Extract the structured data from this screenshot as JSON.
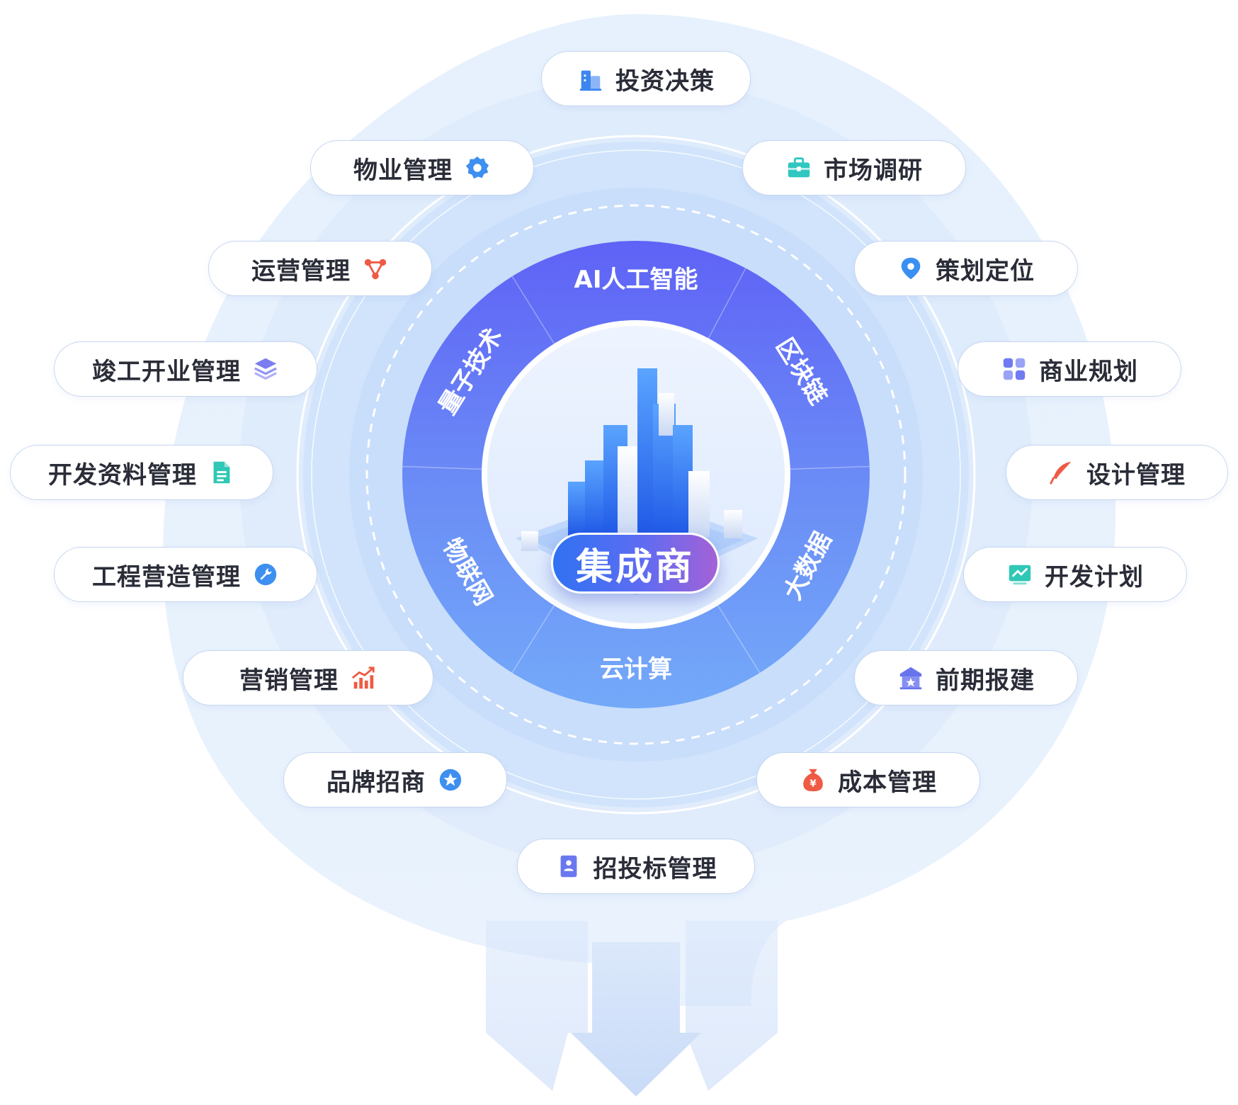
{
  "center": {
    "label": "集成商"
  },
  "technologies": [
    "AI人工智能",
    "区块链",
    "大数据",
    "云计算",
    "物联网",
    "量子技术"
  ],
  "modules": [
    {
      "label": "投资决策",
      "icon": "building-icon",
      "color": "#3d86f0"
    },
    {
      "label": "市场调研",
      "icon": "briefcase-icon",
      "color": "#2fc7c0"
    },
    {
      "label": "策划定位",
      "icon": "location-pin-icon",
      "color": "#3a8ff2"
    },
    {
      "label": "商业规划",
      "icon": "grid-icon",
      "color": "#6f7af3"
    },
    {
      "label": "设计管理",
      "icon": "feather-pen-icon",
      "color": "#ef5a44"
    },
    {
      "label": "开发计划",
      "icon": "trend-board-icon",
      "color": "#2fc7b5"
    },
    {
      "label": "前期报建",
      "icon": "star-house-icon",
      "color": "#6873ee"
    },
    {
      "label": "成本管理",
      "icon": "money-bag-icon",
      "color": "#ef5a44"
    },
    {
      "label": "招投标管理",
      "icon": "contact-book-icon",
      "color": "#6a78ef"
    },
    {
      "label": "品牌招商",
      "icon": "star-badge-icon",
      "color": "#3d8ff0"
    },
    {
      "label": "营销管理",
      "icon": "rising-chart-icon",
      "color": "#ef5a44"
    },
    {
      "label": "工程营造管理",
      "icon": "wrench-icon",
      "color": "#3d8ff0"
    },
    {
      "label": "开发资料管理",
      "icon": "document-icon",
      "color": "#2fc7b5"
    },
    {
      "label": "竣工开业管理",
      "icon": "layers-icon",
      "color": "#7b7df0"
    },
    {
      "label": "运营管理",
      "icon": "network-nodes-icon",
      "color": "#ef5a44"
    },
    {
      "label": "物业管理",
      "icon": "gear-icon",
      "color": "#3d8ff0"
    }
  ]
}
